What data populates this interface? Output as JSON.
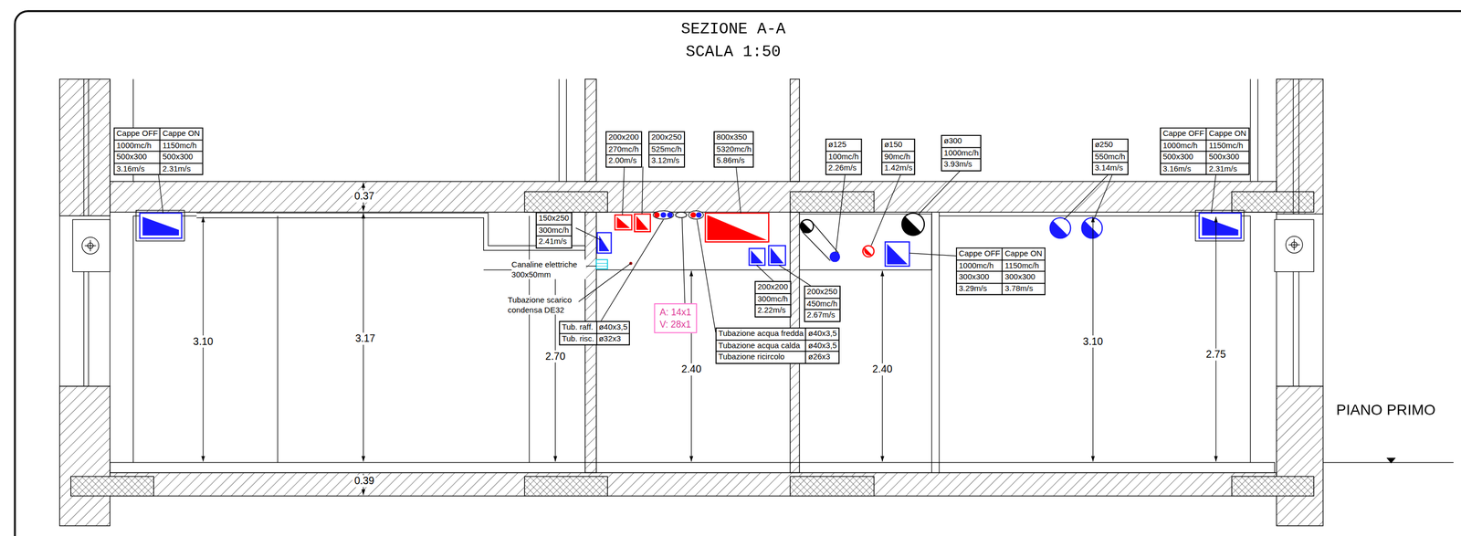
{
  "diagram": {
    "title": "SEZIONE A-A",
    "caption": "SCALA 1:50",
    "nodes": [
      {
        "text": [
          "Cappe OFF",
          "Cappe ON",
          "1000mc/h",
          "1150mc/h",
          "500x300",
          "500x300",
          "3.16m/s",
          "2.31m/s"
        ]
      },
      {
        "text": [
          "200x200",
          "270mc/h",
          "2.00m/s"
        ]
      },
      {
        "text": [
          "200x250",
          "525mc/h",
          "3.12m/s"
        ]
      },
      {
        "text": [
          "800x350",
          "5320mc/h",
          "5.86m/s"
        ]
      },
      {
        "text": [
          "ø125",
          "100mc/h",
          "2.26m/s"
        ]
      },
      {
        "text": [
          "ø150",
          "90mc/h",
          "1.42m/s"
        ]
      },
      {
        "text": [
          "ø300",
          "1000mc/h",
          "3.93m/s"
        ]
      },
      {
        "text": [
          "ø250",
          "550mc/h",
          "3.14m/s"
        ]
      },
      {
        "text": [
          "Cappe OFF",
          "Cappe ON",
          "1000mc/h",
          "1150mc/h",
          "500x300",
          "500x300",
          "3.16m/s",
          "2.31m/s"
        ]
      },
      {
        "text": [
          "150x250",
          "300mc/h",
          "2.41m/s"
        ]
      },
      {
        "text": [
          "Cappe OFF",
          "Cappe ON",
          "1000mc/h",
          "1150mc/h",
          "300x300",
          "300x300",
          "3.29m/s",
          "3.78m/s"
        ]
      },
      {
        "text": [
          "200x200",
          "300mc/h",
          "2.22m/s"
        ]
      },
      {
        "text": [
          "200x250",
          "450mc/h",
          "2.67m/s"
        ]
      },
      {
        "text": [
          "A: 14x1",
          "V: 28x1"
        ]
      },
      {
        "text": [
          "Tub. raff.",
          "ø40x3,5",
          "Tub. risc.",
          "ø32x3"
        ]
      },
      {
        "text": [
          "Tubazione acqua fredda",
          "ø40x3,5",
          "Tubazione acqua calda",
          "ø40x3,5",
          "Tubazione ricircolo",
          "ø26x3"
        ]
      }
    ],
    "labels": [
      "0.37",
      "0.39",
      "3.10",
      "3.17",
      "2.70",
      "2.40",
      "2.40",
      "3.10",
      "2.75",
      "Canaline elettriche 300x50mm",
      "Tubazione scarico condensa DE32",
      "PIANO PRIMO"
    ]
  }
}
